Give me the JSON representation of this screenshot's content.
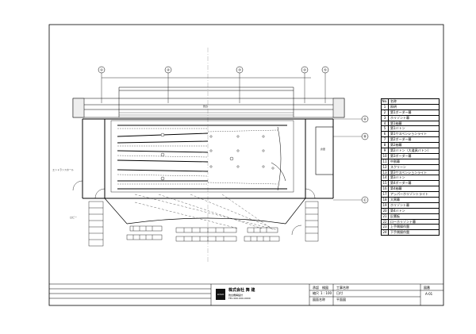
{
  "grid_axes": [
    "①",
    "②",
    "③",
    "④",
    "⑤"
  ],
  "grid_rows": [
    "Ⓐ",
    "Ⓑ",
    "Ⓒ"
  ],
  "room_labels": {
    "left_upper": "エントランスホール",
    "left_lower": "ロビー",
    "right_room": "倉庫",
    "top_label": "舞台"
  },
  "legend": {
    "header_no": "No.",
    "header_name": "名称",
    "items": [
      {
        "no": "1",
        "name": "照明"
      },
      {
        "no": "2",
        "name": "第1ボーダー幕"
      },
      {
        "no": "3",
        "name": "ホリゾント幕"
      },
      {
        "no": "4",
        "name": "第1袖幕"
      },
      {
        "no": "5",
        "name": "第1バトン"
      },
      {
        "no": "6",
        "name": "第1サスペンションライト"
      },
      {
        "no": "7",
        "name": "第2ボーダー幕"
      },
      {
        "no": "8",
        "name": "第2袖幕"
      },
      {
        "no": "9",
        "name": "第2バトン（大道具バトン）"
      },
      {
        "no": "10",
        "name": "第3ボーダー幕"
      },
      {
        "no": "11",
        "name": "中割幕"
      },
      {
        "no": "12",
        "name": "スクリーン"
      },
      {
        "no": "13",
        "name": "第3サスペンションライト"
      },
      {
        "no": "14",
        "name": "第3バトン"
      },
      {
        "no": "15",
        "name": "第4ボーダー幕"
      },
      {
        "no": "16",
        "name": "第4袖幕"
      },
      {
        "no": "17",
        "name": "アッパーホリゾントライト"
      },
      {
        "no": "18",
        "name": "大黒幕"
      },
      {
        "no": "19",
        "name": "ホリゾント幕"
      },
      {
        "no": "20",
        "name": "第4バトン"
      },
      {
        "no": "21",
        "name": "反響板"
      },
      {
        "no": "22",
        "name": "ローホリゾント幕"
      },
      {
        "no": "23",
        "name": "上手側操作盤"
      },
      {
        "no": "24",
        "name": "下手側操作盤"
      }
    ]
  },
  "title_block": {
    "company_name": "株式会社 舞 建",
    "company_sub1": "舞台機構設計",
    "company_sub2": "TEL 000-000-0000",
    "logo_text": "LOGO",
    "approval": "承認",
    "checked": "検図",
    "project_label": "工事名称",
    "drawing_label": "図面名称",
    "drawing_name": "平面図",
    "scale_label": "縮尺",
    "scale": "1 : 100",
    "date_label": "日付",
    "drawing_no_label": "図番",
    "drawing_no": "A-01"
  }
}
